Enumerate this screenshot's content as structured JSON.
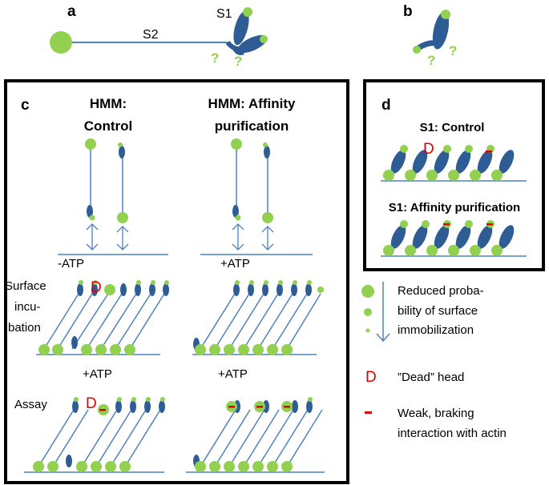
{
  "panels": {
    "a": {
      "label": "a",
      "s1": "S1",
      "s2": "S2",
      "unknown_mark": "?"
    },
    "b": {
      "label": "b",
      "unknown_mark": "?"
    },
    "c": {
      "label": "c",
      "col1_title_line1": "HMM:",
      "col1_title_line2": "Control",
      "col2_title_line1": "HMM: Affinity",
      "col2_title_line2": "purification",
      "minus_atp": "-ATP",
      "plus_atp": "+ATP",
      "row_surface_line1": "Surface",
      "row_surface_line2": "incu-",
      "row_surface_line3": "bation",
      "row_assay": "Assay"
    },
    "d": {
      "label": "d",
      "control_title": "S1: Control",
      "affinity_title": "S1: Affinity purification"
    }
  },
  "legend": {
    "line1": "Reduced proba-",
    "line2": "bility of surface",
    "line3": "immobilization",
    "dead_symbol": "D",
    "dead_text": "”Dead” head",
    "weak_symbol": "-",
    "weak_line1": "Weak, braking",
    "weak_line2": "interaction with actin"
  },
  "colors": {
    "myosin": "#2e5c94",
    "tag": "#92d050",
    "actin_line": "#4f81bd",
    "dead_mark": "#e00000",
    "frame": "#000000"
  }
}
